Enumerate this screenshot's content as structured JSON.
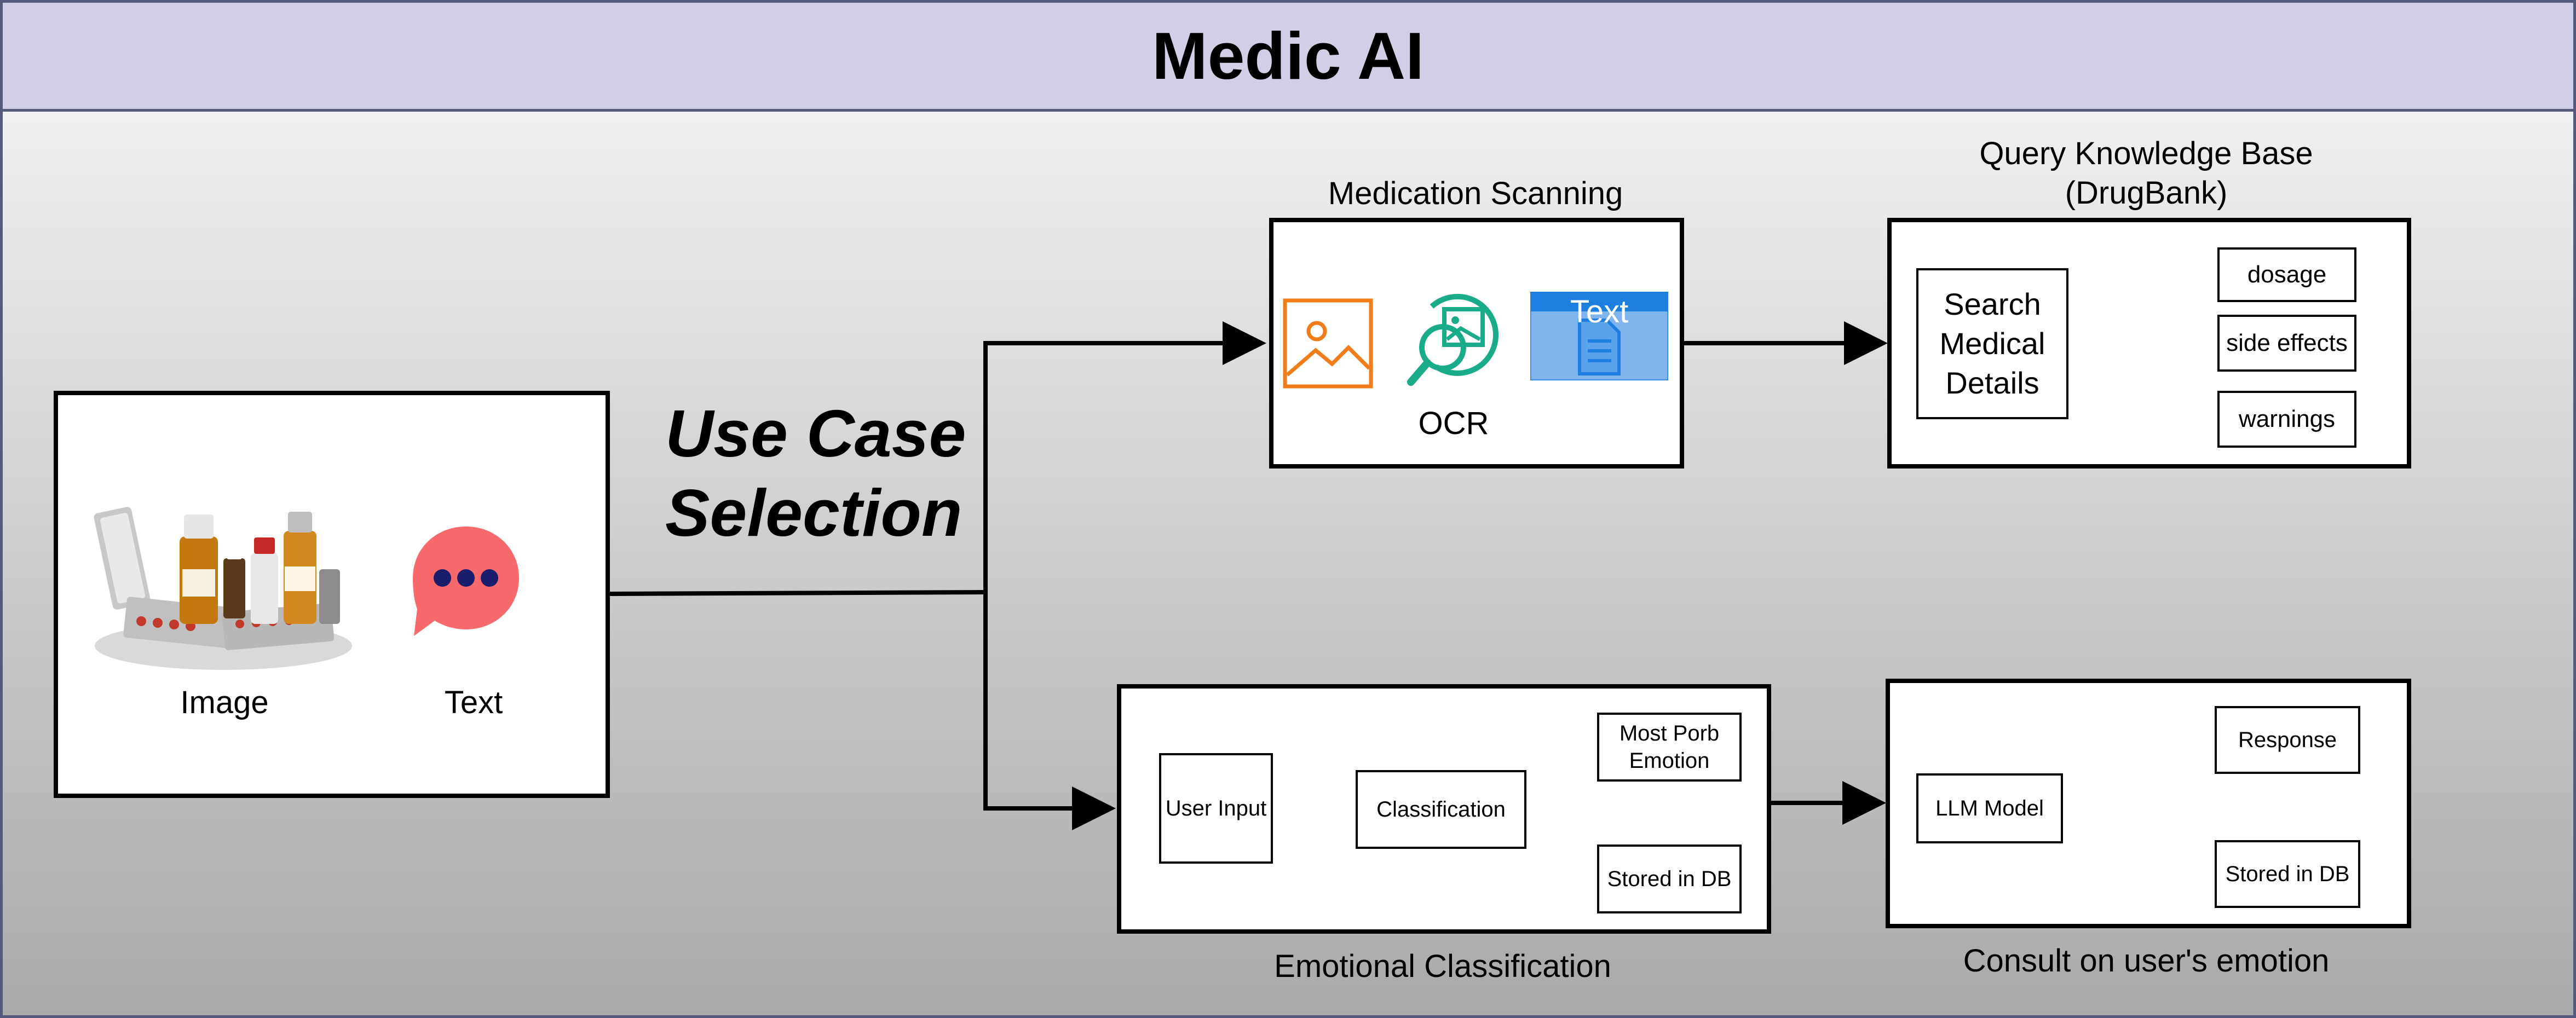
{
  "title": "Medic AI",
  "input_panel": {
    "image_label": "Image",
    "text_label": "Text"
  },
  "use_case_selection": {
    "line1": "Use Case",
    "line2": "Selection"
  },
  "medication_scanning": {
    "title": "Medication Scanning",
    "ocr_label": "OCR",
    "doc_icon_text": "Text"
  },
  "knowledge_base": {
    "title_line1": "Query Knowledge Base",
    "title_line2": "(DrugBank)",
    "search": [
      "Search",
      "Medical",
      "Details"
    ],
    "outputs": [
      "dosage",
      "side effects",
      "warnings"
    ]
  },
  "emotional_classification": {
    "title": "Emotional Classification",
    "user_input": "User Input",
    "classification": "Classification",
    "most_prob_line1": "Most Porb",
    "most_prob_line2": "Emotion",
    "stored": "Stored in DB"
  },
  "consult": {
    "title": "Consult on user's emotion",
    "llm": "LLM Model",
    "response": "Response",
    "stored": "Stored in DB"
  },
  "colors": {
    "header_bg": "#d0cfe6",
    "image_icon": "#f07d1a",
    "ocr_icon": "#1aab8a",
    "doc_icon": "#1f7fe0",
    "chat_bubble": "#f8696b",
    "chat_dots": "#1a1d6b"
  }
}
